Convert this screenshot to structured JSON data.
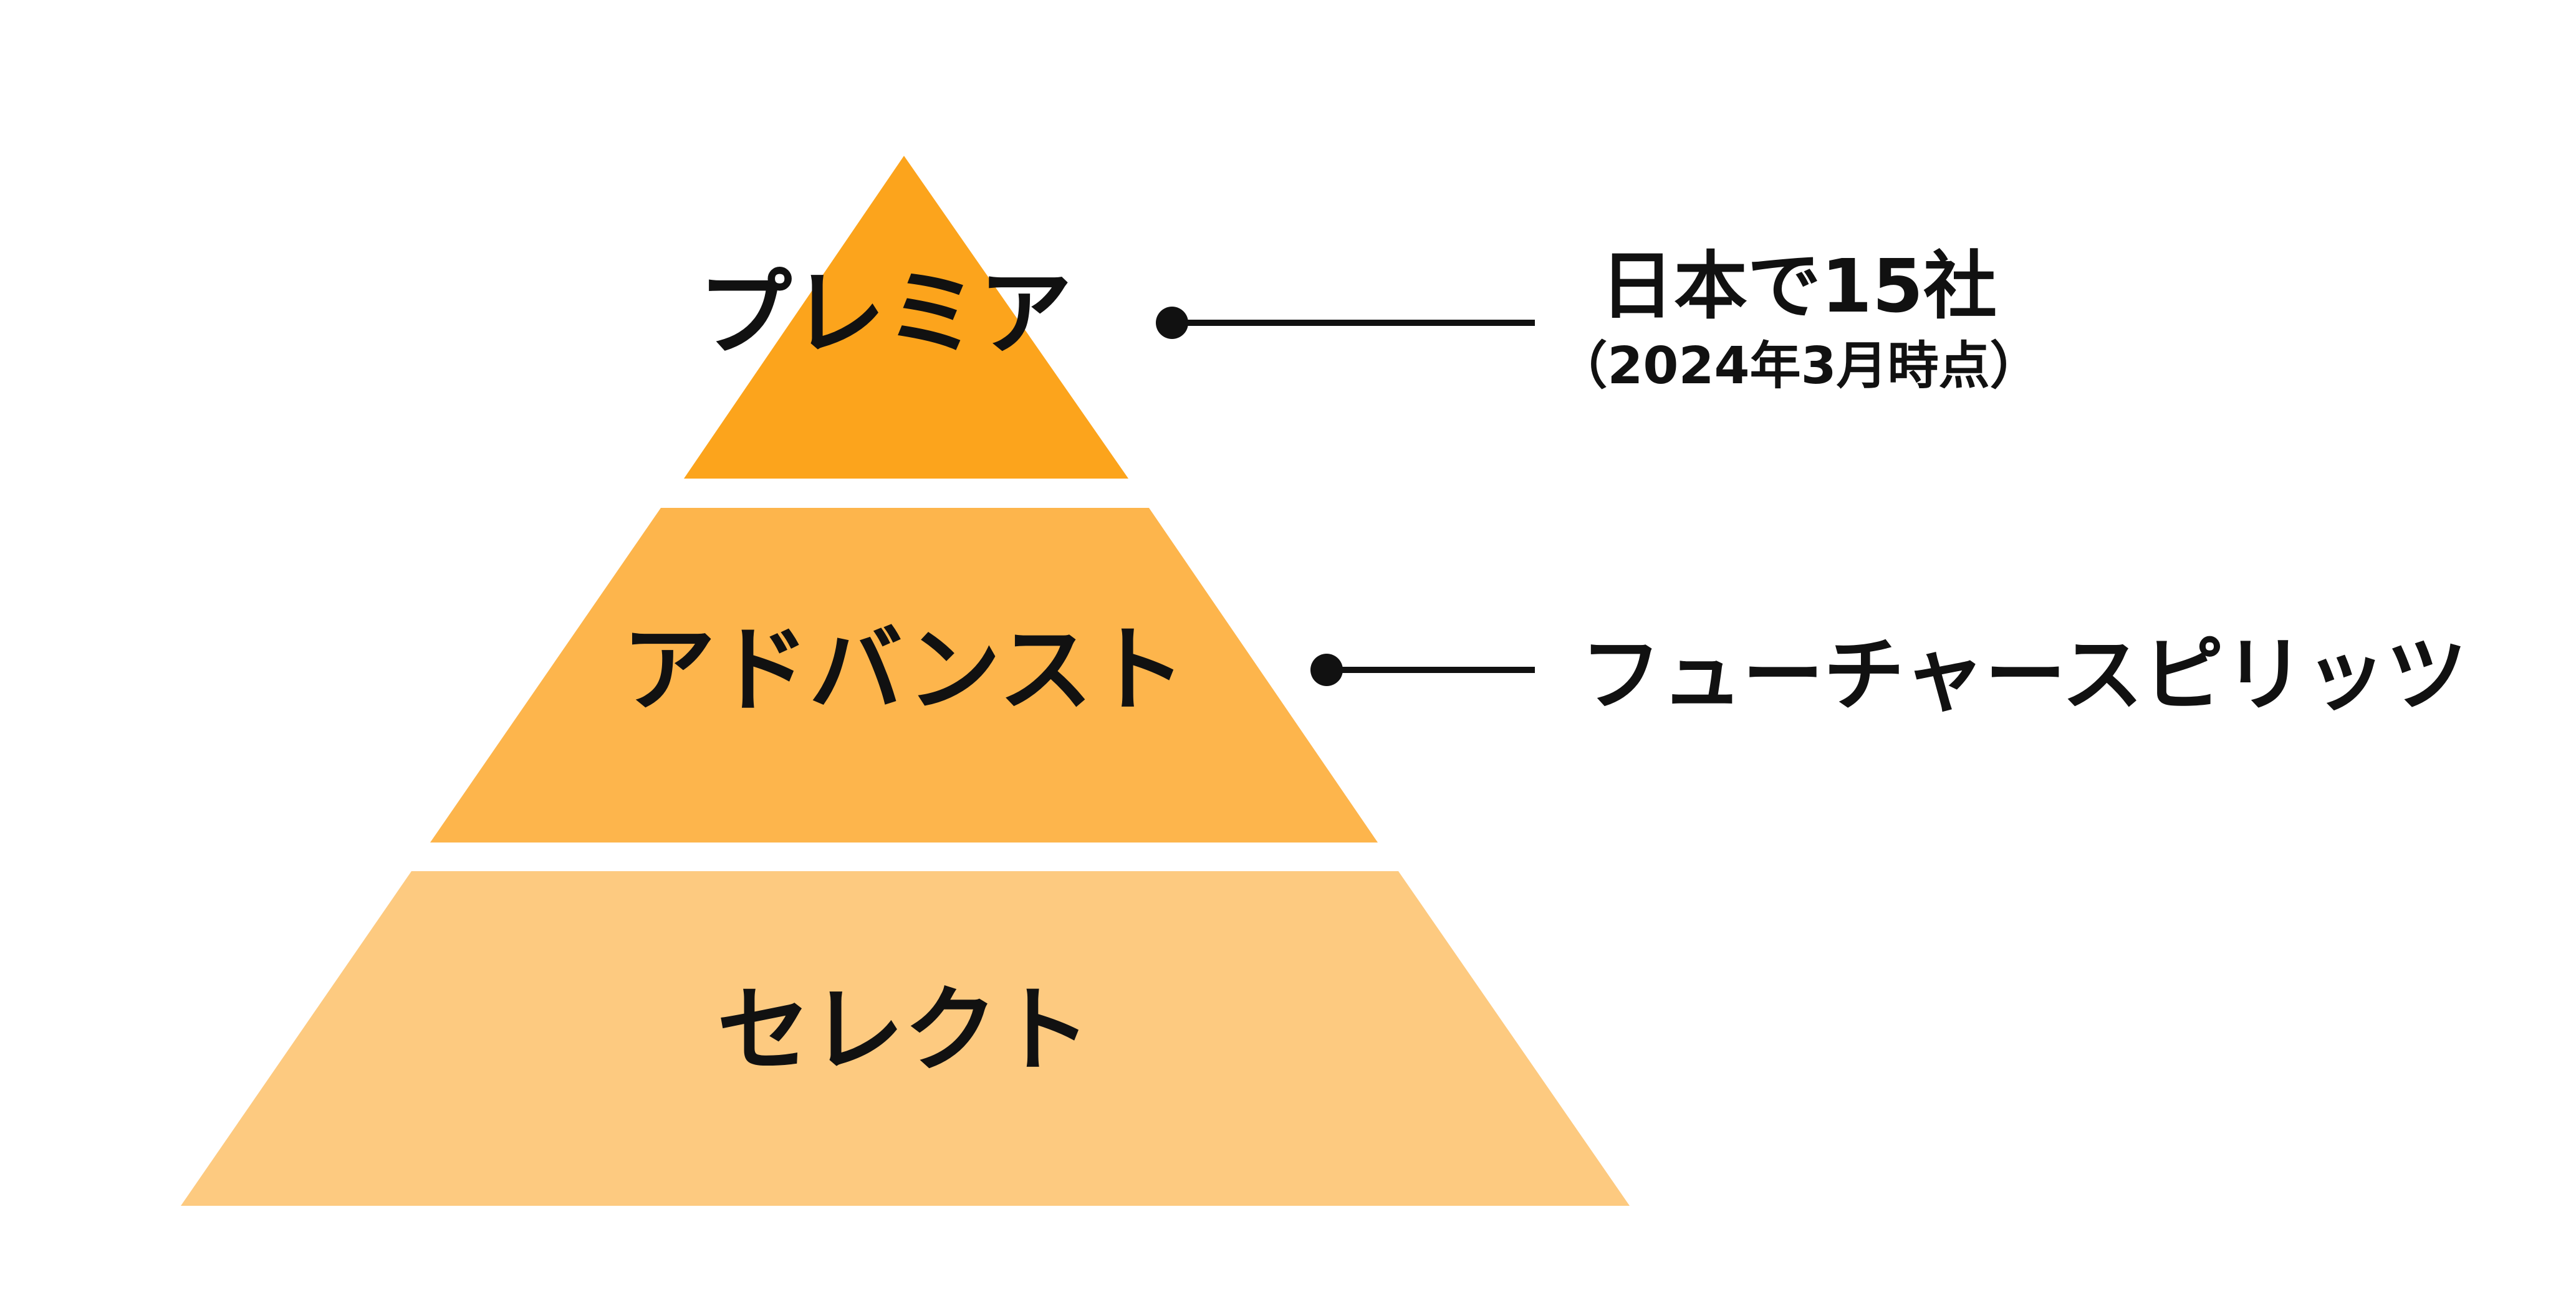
{
  "pyramid": {
    "tiers": [
      {
        "label": "プレミア",
        "color": "#FCA41C"
      },
      {
        "label": "アドバンスト",
        "color": "#FDB54C"
      },
      {
        "label": "セレクト",
        "color": "#FDCA80"
      }
    ]
  },
  "annotations": {
    "premier": {
      "line1": "日本で15社",
      "line2": "（2024年3月時点）"
    },
    "advanced": {
      "text": "フューチャースピリッツ"
    }
  },
  "colors": {
    "connector": "#111111"
  }
}
